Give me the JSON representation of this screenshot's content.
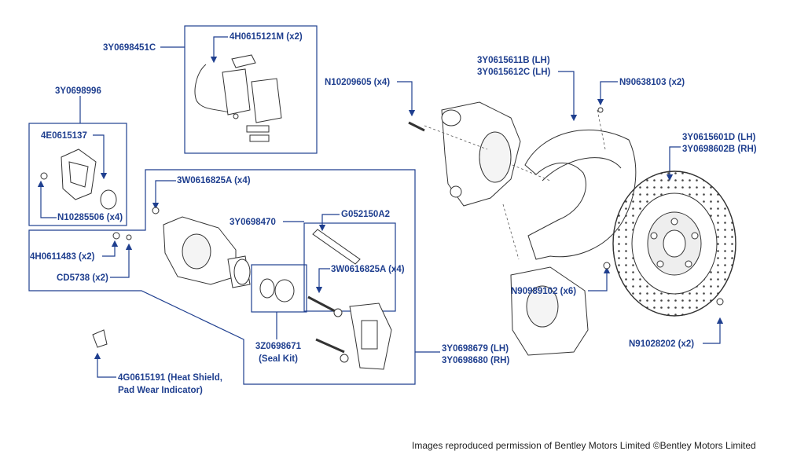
{
  "labels": {
    "l_3y0698451c": "3Y0698451C",
    "l_4h0615121m": "4H0615121M (x2)",
    "l_3y0698996": "3Y0698996",
    "l_4e0615137": "4E0615137",
    "l_n10285506": "N10285506 (x4)",
    "l_3w0616825a_top": "3W0616825A (x4)",
    "l_3y0698470": "3Y0698470",
    "l_g052150a2": "G052150A2",
    "l_3w0616825a_mid": "3W0616825A (x4)",
    "l_4h0611483": "4H0611483 (x2)",
    "l_cd5738": "CD5738 (x2)",
    "l_3z0698671_1": "3Z0698671",
    "l_3z0698671_2": "(Seal Kit)",
    "l_4g0615191_1": "4G0615191 (Heat Shield,",
    "l_4g0615191_2": "Pad Wear Indicator)",
    "l_n10209605": "N10209605 (x4)",
    "l_3y0615611b": "3Y0615611B (LH)",
    "l_3y0615612c": "3Y0615612C (LH)",
    "l_n90638103": "N90638103 (x2)",
    "l_3y0615601d": "3Y0615601D (LH)",
    "l_3y0698602b": "3Y0698602B (RH)",
    "l_n90989102": "N90989102 (x6)",
    "l_n91028202": "N91028202 (x2)",
    "l_3y0698679": "3Y0698679 (LH)",
    "l_3y0698680": "3Y0698680 (RH)"
  },
  "credit": "Images reproduced permission of Bentley Motors Limited ©Bentley Motors Limited",
  "colors": {
    "callout": "#1f3f8f",
    "line_art": "#333333"
  }
}
